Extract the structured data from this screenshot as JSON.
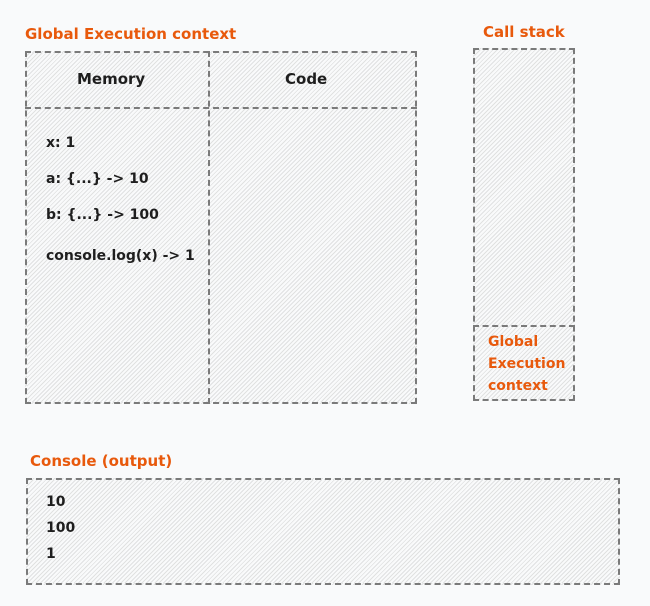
{
  "global_execution_context": {
    "title": "Global Execution context",
    "memory_header": "Memory",
    "code_header": "Code",
    "memory_items": [
      "x: 1",
      "a: {...} -> 10",
      "b: {...} -> 100",
      "console.log(x) -> 1"
    ]
  },
  "call_stack": {
    "title": "Call stack",
    "frames": [
      "Global Execution context"
    ]
  },
  "console": {
    "title": "Console (output)",
    "lines": [
      "10",
      "100",
      "1"
    ]
  },
  "colors": {
    "accent": "#e8590c",
    "text": "#1e1e1e",
    "border": "#7a7a7a",
    "background": "#f9fafb"
  }
}
